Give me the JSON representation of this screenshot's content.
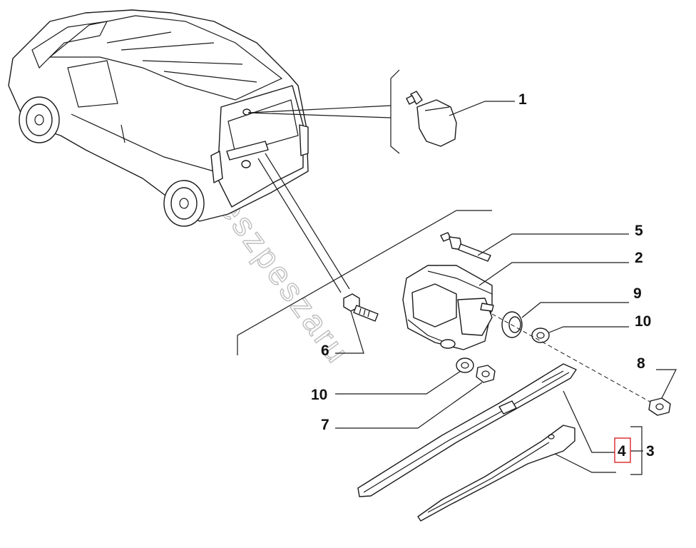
{
  "diagram": {
    "callouts": [
      {
        "id": "c1",
        "label": "1"
      },
      {
        "id": "c5",
        "label": "5"
      },
      {
        "id": "c2",
        "label": "2"
      },
      {
        "id": "c9",
        "label": "9"
      },
      {
        "id": "c10a",
        "label": "10"
      },
      {
        "id": "c6",
        "label": "6"
      },
      {
        "id": "c10b",
        "label": "10"
      },
      {
        "id": "c7",
        "label": "7"
      },
      {
        "id": "c8",
        "label": "8"
      },
      {
        "id": "c4",
        "label": "4",
        "highlighted": true
      },
      {
        "id": "c3",
        "label": "3"
      }
    ],
    "watermark": "autokatkeszpeszaru",
    "colors": {
      "highlight": "#d9262b",
      "ink": "#1a1a1a",
      "watermark": "#bdbdbd"
    }
  }
}
